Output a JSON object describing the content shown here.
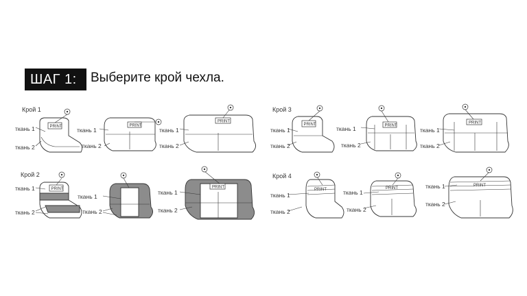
{
  "header": {
    "step_label": "ШАГ 1:",
    "title": "Выберите крой чехла."
  },
  "groups": [
    {
      "label": "Крой 1"
    },
    {
      "label": "Крой 2"
    },
    {
      "label": "Крой 3"
    },
    {
      "label": "Крой 4"
    }
  ],
  "fabric1": "ткань 1",
  "fabric2": "ткань 2",
  "print_text": "PRINT"
}
